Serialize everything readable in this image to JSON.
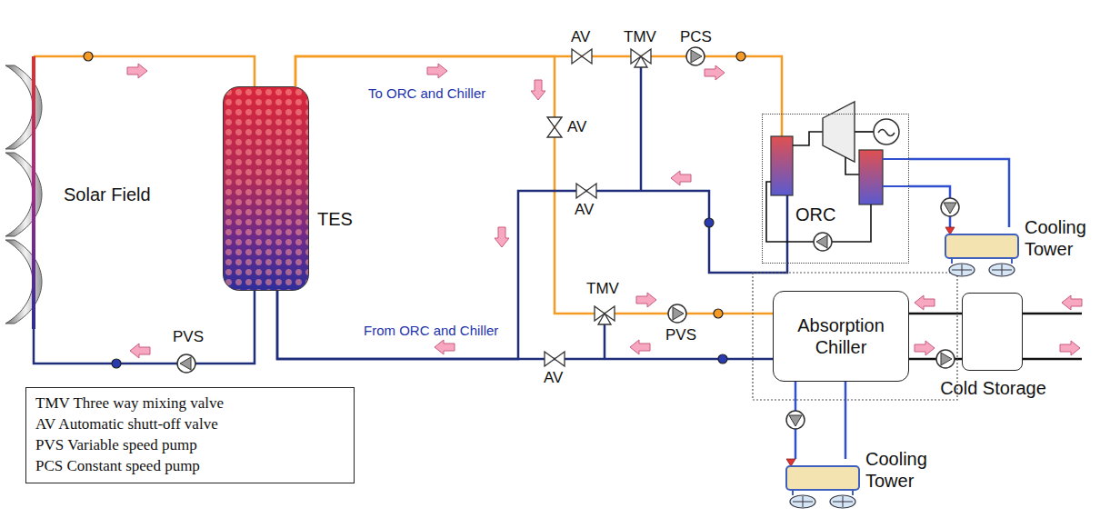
{
  "diagram": {
    "nodes": [
      {
        "text": [
          "Solar Field"
        ]
      },
      {
        "text": [
          "TES"
        ]
      },
      {
        "text": [
          "ORC"
        ]
      },
      {
        "text": [
          "Cooling Tower"
        ]
      },
      {
        "text": [
          "Absorption Chiller"
        ]
      },
      {
        "text": [
          "Cold Storage"
        ]
      },
      {
        "text": [
          "Cooling Tower"
        ]
      }
    ],
    "edges": [
      {
        "from": 0,
        "to": 1,
        "arrow": "none"
      },
      {
        "from": 1,
        "to": 0,
        "arrow": "none"
      },
      {
        "from": 1,
        "to": 2,
        "arrow": "none"
      },
      {
        "from": 1,
        "to": 4,
        "arrow": "none"
      },
      {
        "from": 2,
        "to": 1,
        "arrow": "none"
      },
      {
        "from": 4,
        "to": 1,
        "arrow": "none"
      },
      {
        "from": 2,
        "to": 3,
        "arrow": "none"
      },
      {
        "from": 3,
        "to": 2,
        "arrow": "none"
      },
      {
        "from": 5,
        "to": 4,
        "arrow": "none"
      },
      {
        "from": 4,
        "to": 5,
        "arrow": "none"
      },
      {
        "from": 4,
        "to": 6,
        "arrow": "none"
      },
      {
        "from": 6,
        "to": 4,
        "arrow": "none"
      }
    ],
    "labels": [
      "AV",
      "TMV",
      "PCS",
      "To ORC and Chiller",
      "AV",
      "AV",
      "TMV",
      "PVS",
      "From ORC and Chiller",
      "PVS",
      "AV"
    ],
    "legend": [
      {
        "text": "TMV Three way mixing valve"
      },
      {
        "text": "AV Automatic shutt-off valve"
      },
      {
        "text": "PVS Variable speed pump"
      },
      {
        "text": "PCS Constant speed pump"
      }
    ]
  }
}
